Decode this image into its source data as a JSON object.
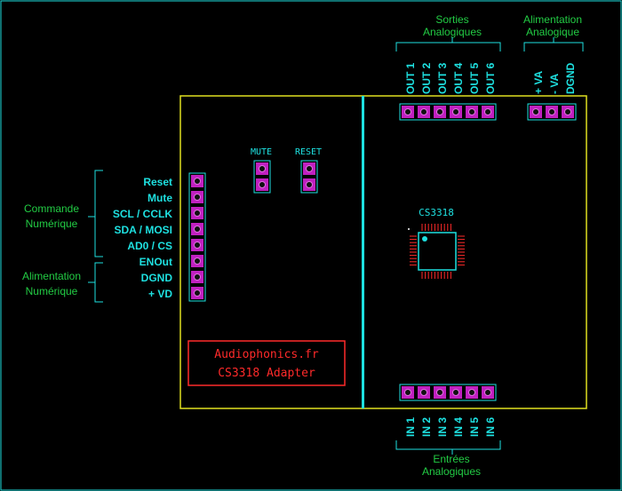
{
  "colors": {
    "background": "#000000",
    "board_outline": "#e0e020",
    "label": "#1ee0e0",
    "group_label": "#22cc44",
    "header_fill": "#c020c0",
    "pin": "#101010",
    "silk_red": "#ff2a2a",
    "divider": "#1ee0e0"
  },
  "left_groups": [
    {
      "line1": "Commande",
      "line2": "Numérique"
    },
    {
      "line1": "Alimentation",
      "line2": "Numérique"
    }
  ],
  "left_pins": [
    "Reset",
    "Mute",
    "SCL / CCLK",
    "SDA / MOSI",
    "AD0 / CS",
    "ENOut",
    "DGND",
    "+ VD"
  ],
  "top_groups": [
    {
      "line1": "Sorties",
      "line2": "Analogiques"
    },
    {
      "line1": "Alimentation",
      "line2": "Analogique"
    }
  ],
  "outputs": [
    "OUT 1",
    "OUT 2",
    "OUT 3",
    "OUT 4",
    "OUT 5",
    "OUT 6"
  ],
  "power_pins": [
    "+ VA",
    "- VA",
    "DGND"
  ],
  "inputs": [
    "IN 1",
    "IN 2",
    "IN 3",
    "IN 4",
    "IN 5",
    "IN 6"
  ],
  "bottom_group": {
    "line1": "Entrées",
    "line2": "Analogiques"
  },
  "jumpers": [
    "MUTE",
    "RESET"
  ],
  "chip_name": "CS3318",
  "brand_box": {
    "line1": "Audiophonics.fr",
    "line2": "CS3318 Adapter"
  }
}
